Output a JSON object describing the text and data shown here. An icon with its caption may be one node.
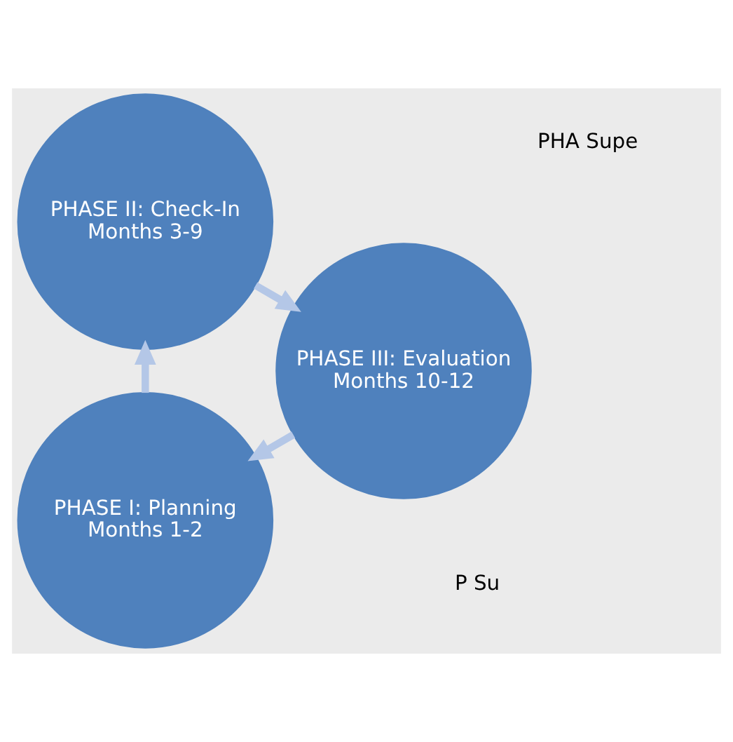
{
  "diagram": {
    "nodes": [
      {
        "text": [
          "PHASE I: Planning",
          "Months 1-2"
        ]
      },
      {
        "text": [
          "PHASE II: Check-In",
          "Months 3-9"
        ]
      },
      {
        "text": [
          "PHASE III: Evaluation",
          "Months 10-12"
        ]
      }
    ],
    "edges": [
      {
        "from": 0,
        "to": 1,
        "arrow": "to"
      },
      {
        "from": 1,
        "to": 2,
        "arrow": "to"
      },
      {
        "from": 2,
        "to": 0,
        "arrow": "to"
      }
    ],
    "labels": [
      "PHA Supe",
      "P Su"
    ]
  }
}
